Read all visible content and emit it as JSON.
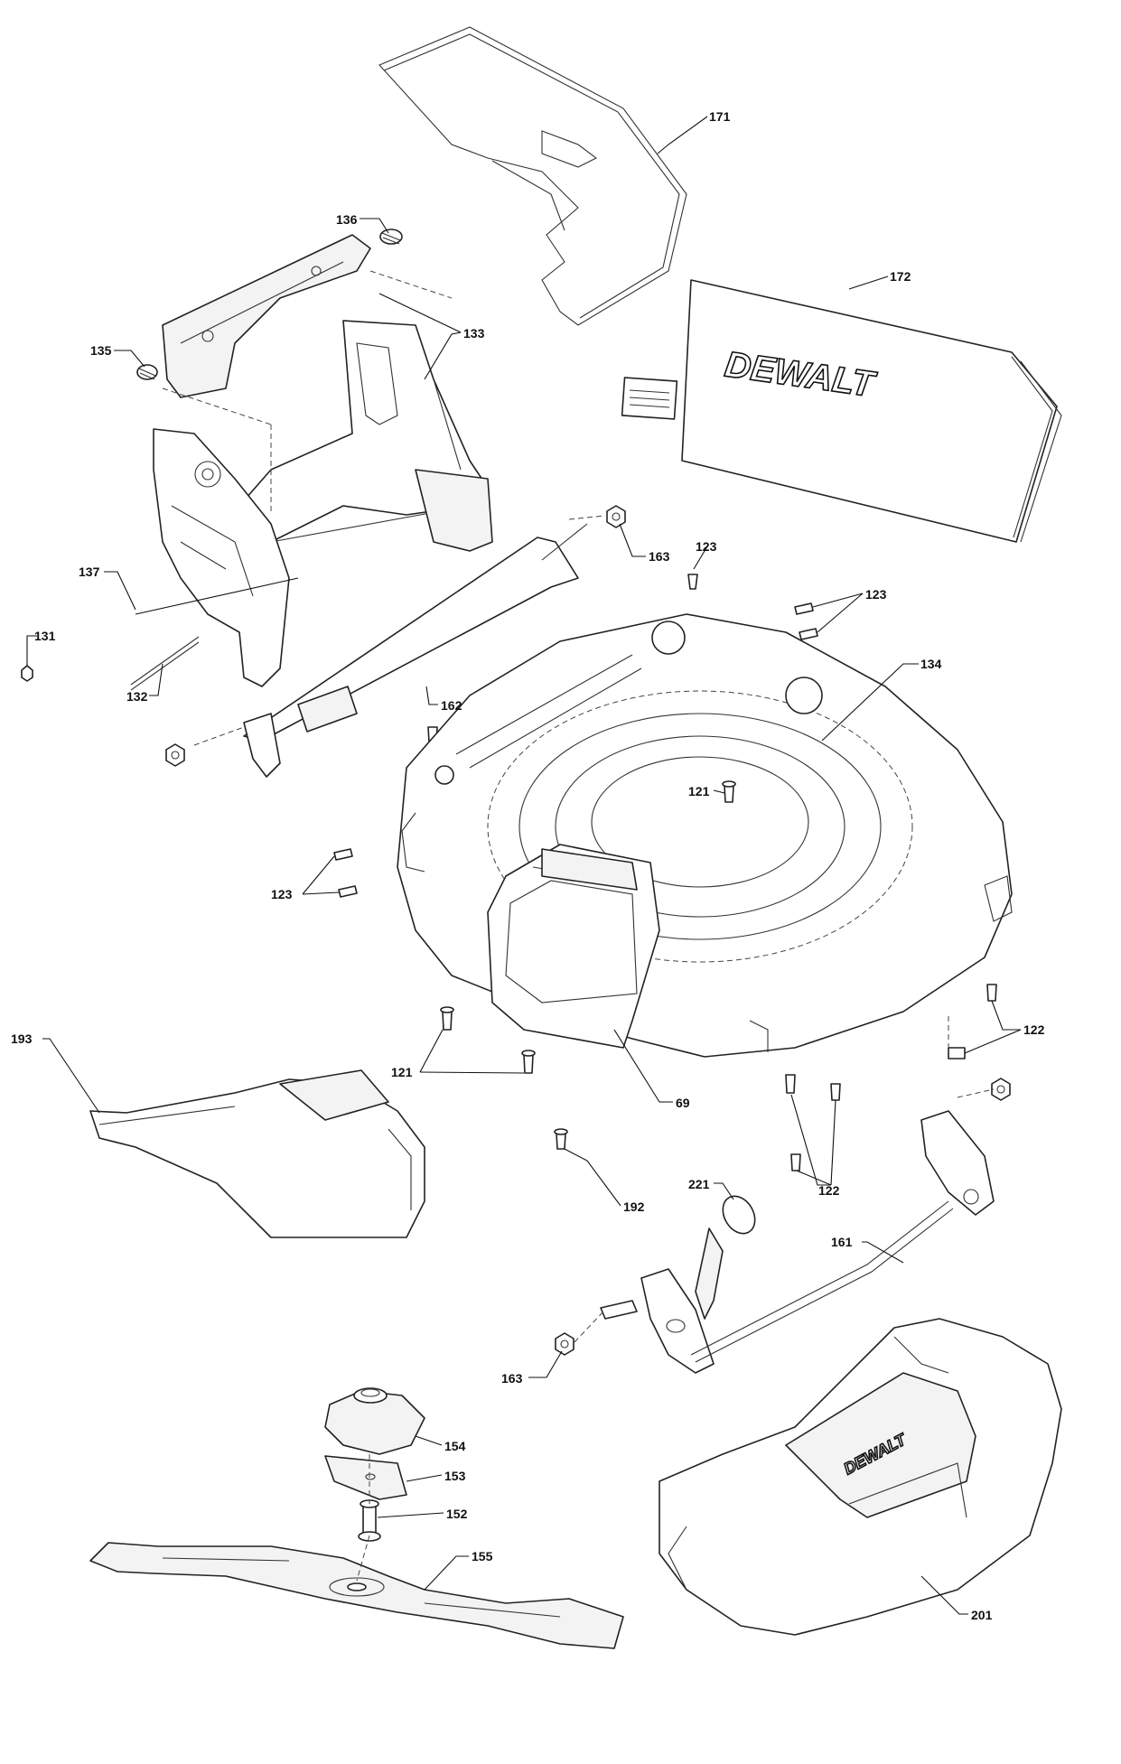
{
  "diagram": {
    "brand_logo": "DEWALT",
    "labels": {
      "l171": "171",
      "l172": "172",
      "l136": "136",
      "l133": "133",
      "l135": "135",
      "l163a": "163",
      "l123a": "123",
      "l123b": "123",
      "l137": "137",
      "l131": "131",
      "l132": "132",
      "l134": "134",
      "l162": "162",
      "l121a": "121",
      "l123c": "123",
      "l193": "193",
      "l121b": "121",
      "l69": "69",
      "l122a": "122",
      "l122b": "122",
      "l192": "192",
      "l221": "221",
      "l161": "161",
      "l163b": "163",
      "l154": "154",
      "l153": "153",
      "l152": "152",
      "l155": "155",
      "l201": "201"
    }
  }
}
